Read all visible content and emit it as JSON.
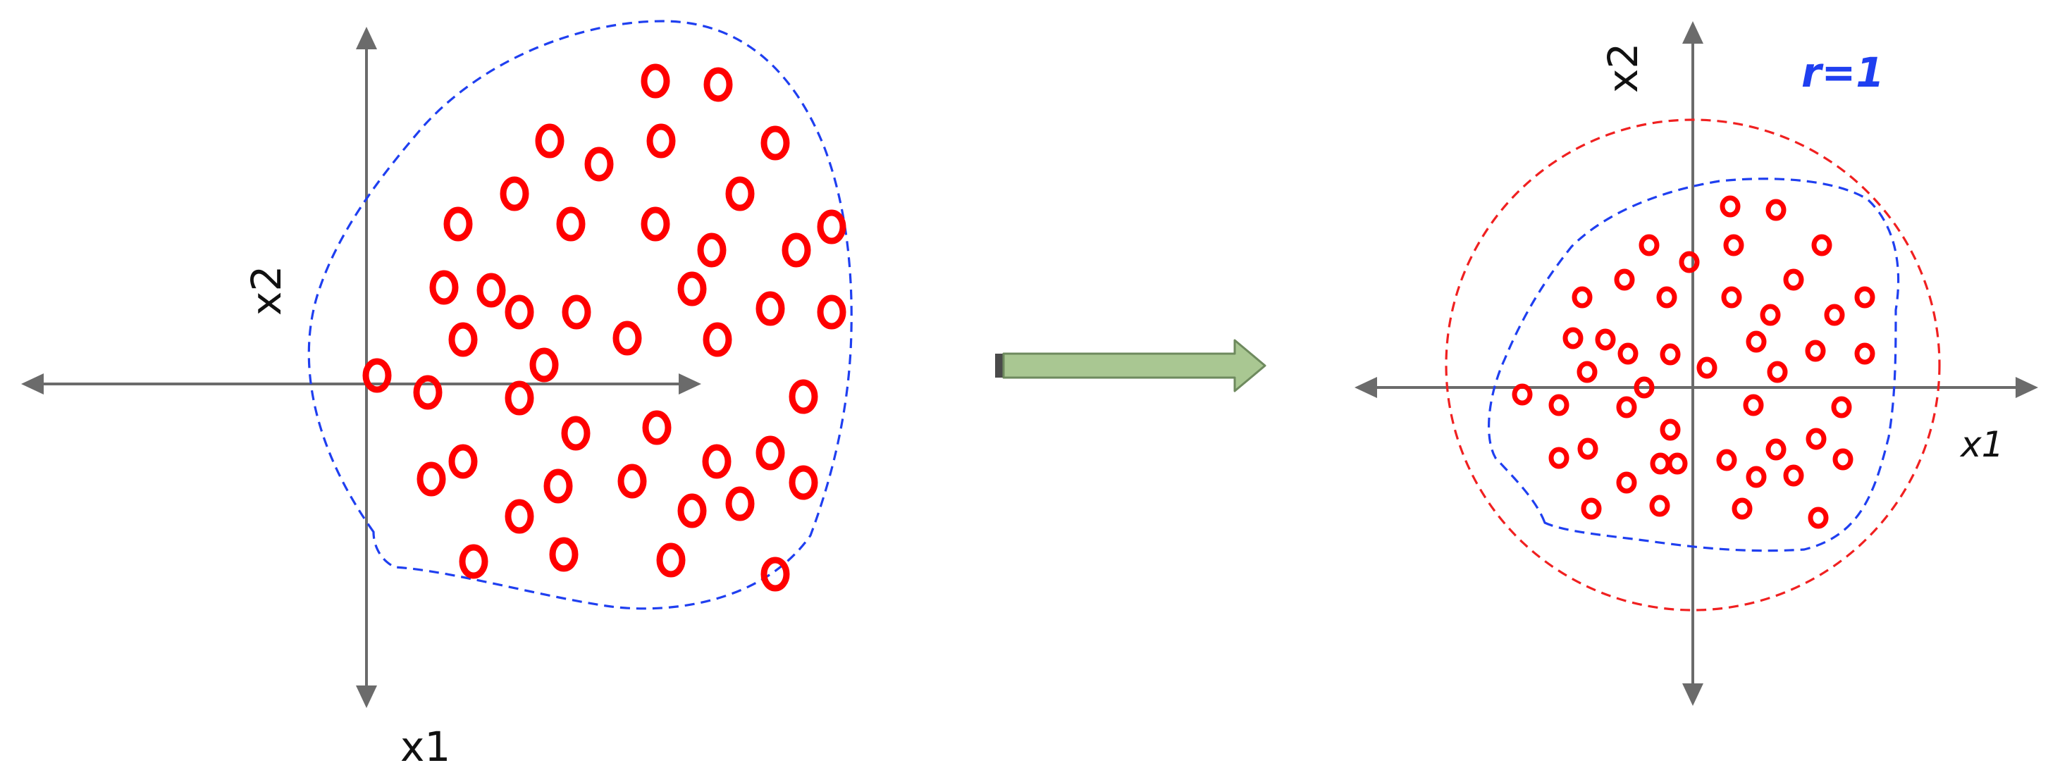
{
  "colors": {
    "points": "#ff0000",
    "boundary_original": "#1f3ff0",
    "boundary_unit_circle": "#f02020",
    "axis": "#6b6b6b",
    "arrow_fill": "#a9c792",
    "radius_label": "#1f3ff0"
  },
  "left_panel": {
    "x_label": "x1",
    "y_label": "x2"
  },
  "transition": {
    "icon": "arrow-right-icon"
  },
  "right_panel": {
    "x_label": "x1",
    "y_label": "x2",
    "radius_label": "r=1"
  }
}
